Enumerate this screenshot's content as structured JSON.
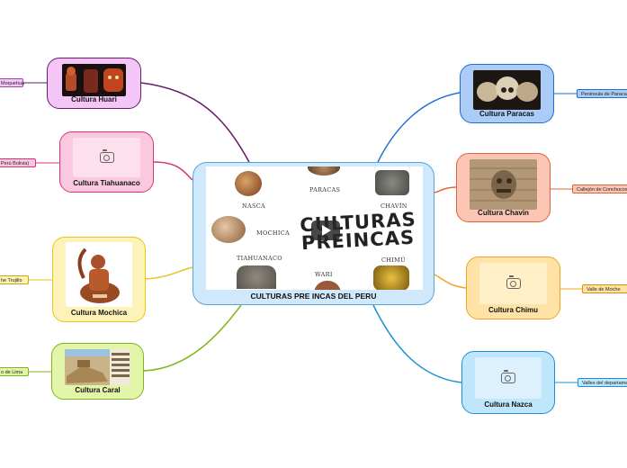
{
  "center": {
    "label": "CULTURAS PRE INCAS DEL PERU",
    "image_title_line1": "CULTURAS",
    "image_title_line2": "PREINCAS",
    "image_captions": {
      "nasca": "NASCA",
      "paracas": "PARACAS",
      "chavin": "CHAVÍN",
      "mochica": "MOCHICA",
      "tiahuanaco": "TIAHUANACO",
      "chimu": "CHIMÚ",
      "wari": "WARI"
    },
    "play_icon": "play-icon"
  },
  "branches": {
    "huari": {
      "label": "Cultura Huari",
      "tag": "Moquehua",
      "color": "#6b1a6b",
      "fill": "#f4c6f7"
    },
    "tiahuanaco": {
      "label": "Cultura Tiahuanaco",
      "tag": "Perú Bolivia)",
      "color": "#d6337a",
      "fill": "#fbc9df"
    },
    "mochica": {
      "label": "Cultura Mochica",
      "tag": "he Trujillo",
      "color": "#e6c619",
      "fill": "#fdf3b8"
    },
    "caral": {
      "label": "Cultura Caral",
      "tag": "o de Lima",
      "color": "#7fb51d",
      "fill": "#e3f5a8"
    },
    "paracas": {
      "label": "Cultura Paracas",
      "tag": "Peninsula de Paracas",
      "color": "#1d6fd1",
      "fill": "#aaccf7"
    },
    "chavin": {
      "label": "Cultura Chavin",
      "tag": "Callejón de Conchucos",
      "color": "#e0623a",
      "fill": "#fbc7b4"
    },
    "chimu": {
      "label": "Cultura Chimu",
      "tag": "Valle de Moche",
      "color": "#f0a51d",
      "fill": "#ffe3a6"
    },
    "nazca": {
      "label": "Cultura Nazca",
      "tag": "Valles del departamento",
      "color": "#1e8fd6",
      "fill": "#bfe6fb"
    }
  },
  "icons": {
    "camera": "camera-icon"
  }
}
